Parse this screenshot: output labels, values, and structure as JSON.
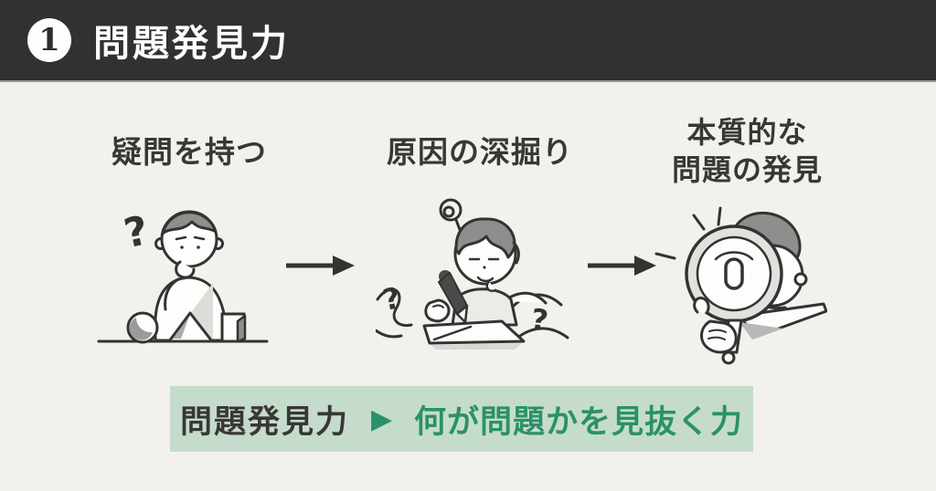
{
  "header": {
    "number": "1",
    "title": "問題発見力"
  },
  "steps": [
    {
      "label": "疑問を持つ",
      "illustration": "boy-thinking-with-shapes"
    },
    {
      "label": "原因の深掘り",
      "illustration": "boy-writing-notes"
    },
    {
      "label_line1": "本質的な",
      "label_line2": "問題の発見",
      "illustration": "boy-with-magnifying-glass"
    }
  ],
  "summary": {
    "term": "問題発見力",
    "separator": "▶",
    "definition": "何が問題かを見抜く力"
  },
  "icons": {
    "arrow_right": "→",
    "play_triangle": "▶",
    "question_mark": "?"
  },
  "colors": {
    "header_bg": "#333130",
    "page_bg": "#F3F1EC",
    "banner_bg": "#C5DCCC",
    "accent_green": "#2B9168",
    "text_dark": "#393736"
  }
}
